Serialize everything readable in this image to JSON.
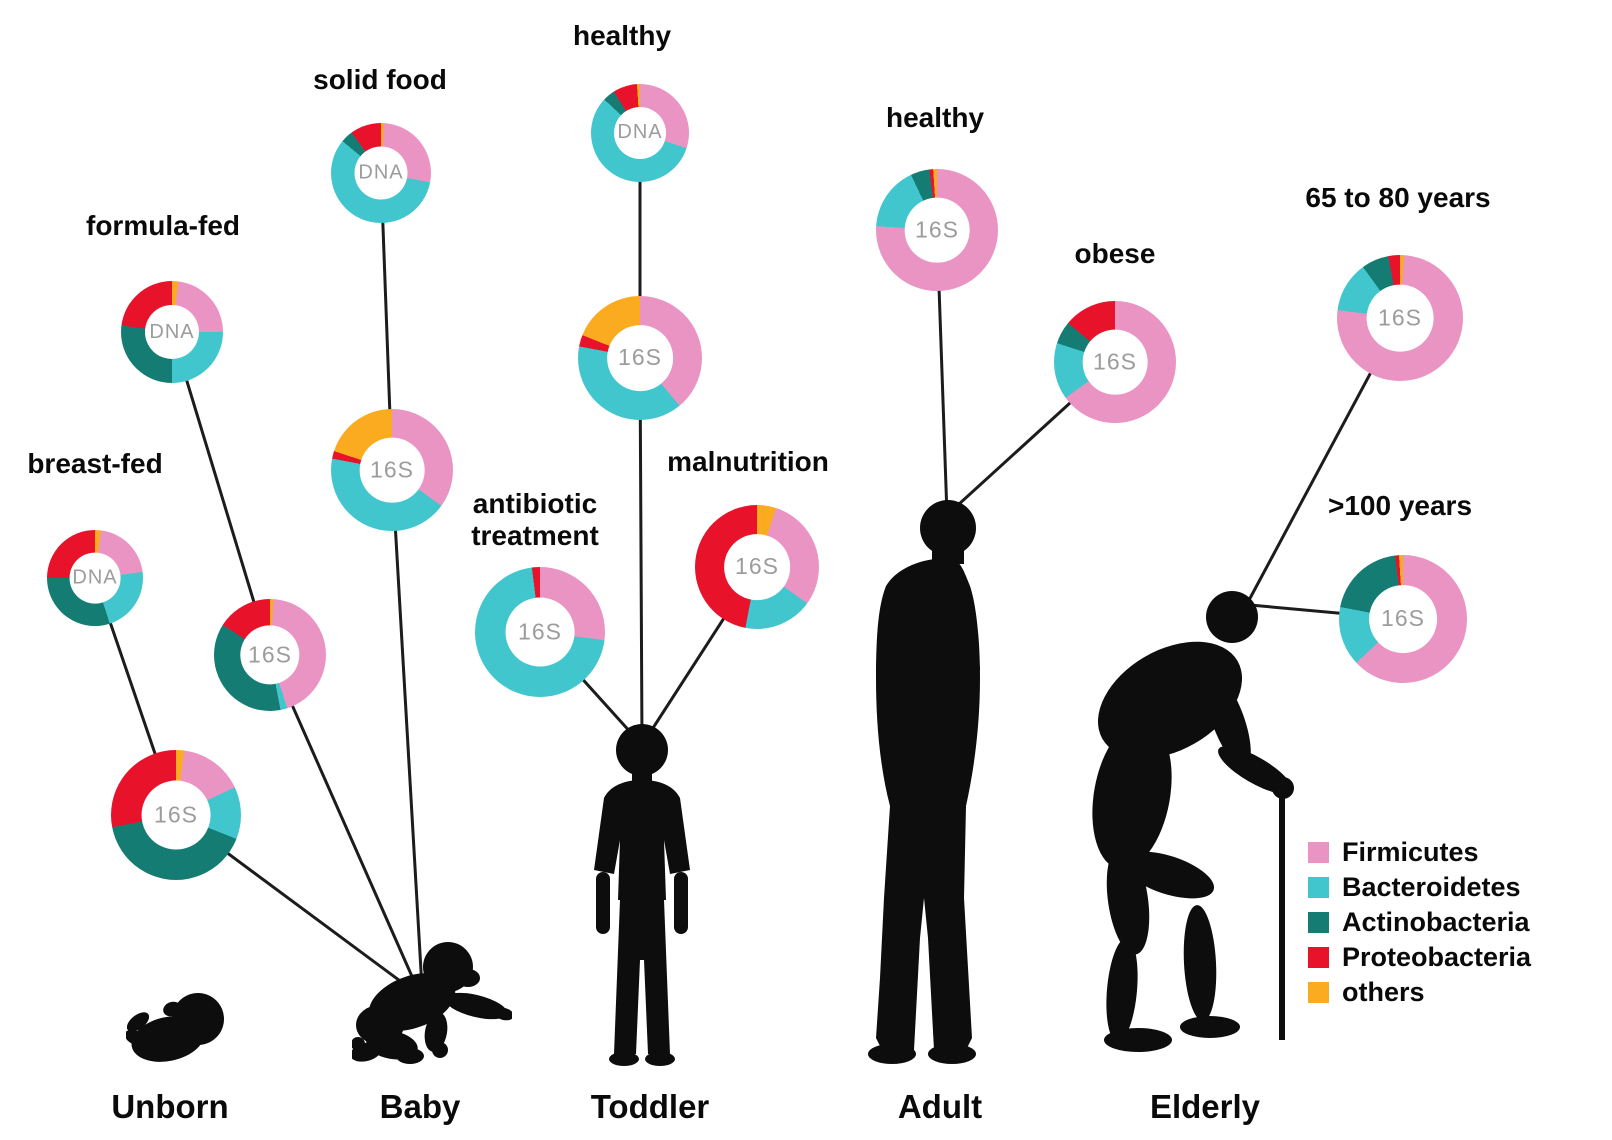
{
  "figure": {
    "stages": [
      {
        "label": "Unborn"
      },
      {
        "label": "Baby"
      },
      {
        "label": "Toddler"
      },
      {
        "label": "Adult"
      },
      {
        "label": "Elderly"
      }
    ]
  },
  "legend": {
    "items": [
      {
        "name": "Firmicutes",
        "label": "Firmicutes",
        "color": "#ea94c4"
      },
      {
        "name": "Bacteroidetes",
        "label": "Bacteroidetes",
        "color": "#41c6ce"
      },
      {
        "name": "Actinobacteria",
        "label": "Actinobacteria",
        "color": "#147c72"
      },
      {
        "name": "Proteobacteria",
        "label": "Proteobacteria",
        "color": "#e8132b"
      },
      {
        "name": "others",
        "label": "others",
        "color": "#fbab1f"
      }
    ]
  },
  "chart_data": [
    {
      "id": "breastfed_dna",
      "type": "pie",
      "stage": "Baby",
      "title": "breast-fed",
      "center_label": "DNA",
      "segments": [
        {
          "phylum": "others",
          "value": 2
        },
        {
          "phylum": "Firmicutes",
          "value": 21
        },
        {
          "phylum": "Bacteroidetes",
          "value": 22
        },
        {
          "phylum": "Actinobacteria",
          "value": 30
        },
        {
          "phylum": "Proteobacteria",
          "value": 25
        }
      ]
    },
    {
      "id": "formulafed_dna",
      "type": "pie",
      "stage": "Baby",
      "title": "formula-fed",
      "center_label": "DNA",
      "segments": [
        {
          "phylum": "others",
          "value": 2
        },
        {
          "phylum": "Firmicutes",
          "value": 23
        },
        {
          "phylum": "Bacteroidetes",
          "value": 25
        },
        {
          "phylum": "Actinobacteria",
          "value": 27
        },
        {
          "phylum": "Proteobacteria",
          "value": 23
        }
      ]
    },
    {
      "id": "solidfood_dna",
      "type": "pie",
      "stage": "Baby",
      "title": "solid food",
      "center_label": "DNA",
      "segments": [
        {
          "phylum": "others",
          "value": 1
        },
        {
          "phylum": "Firmicutes",
          "value": 27
        },
        {
          "phylum": "Bacteroidetes",
          "value": 58
        },
        {
          "phylum": "Actinobacteria",
          "value": 4
        },
        {
          "phylum": "Proteobacteria",
          "value": 10
        }
      ]
    },
    {
      "id": "breastfed_16s",
      "type": "pie",
      "stage": "Baby",
      "title": "",
      "center_label": "16S",
      "segments": [
        {
          "phylum": "others",
          "value": 2
        },
        {
          "phylum": "Firmicutes",
          "value": 16
        },
        {
          "phylum": "Bacteroidetes",
          "value": 13
        },
        {
          "phylum": "Actinobacteria",
          "value": 41
        },
        {
          "phylum": "Proteobacteria",
          "value": 28
        }
      ]
    },
    {
      "id": "formulafed_16s",
      "type": "pie",
      "stage": "Baby",
      "title": "",
      "center_label": "16S",
      "segments": [
        {
          "phylum": "others",
          "value": 1
        },
        {
          "phylum": "Firmicutes",
          "value": 44
        },
        {
          "phylum": "Bacteroidetes",
          "value": 2
        },
        {
          "phylum": "Actinobacteria",
          "value": 37
        },
        {
          "phylum": "Proteobacteria",
          "value": 16
        }
      ]
    },
    {
      "id": "solidfood_16s",
      "type": "pie",
      "stage": "Baby",
      "title": "",
      "center_label": "16S",
      "segments": [
        {
          "phylum": "Firmicutes",
          "value": 35
        },
        {
          "phylum": "Bacteroidetes",
          "value": 43
        },
        {
          "phylum": "Proteobacteria",
          "value": 2
        },
        {
          "phylum": "others",
          "value": 20
        }
      ]
    },
    {
      "id": "toddler_healthy_dna",
      "type": "pie",
      "stage": "Toddler",
      "title": "healthy",
      "center_label": "DNA",
      "segments": [
        {
          "phylum": "Firmicutes",
          "value": 30
        },
        {
          "phylum": "Bacteroidetes",
          "value": 57
        },
        {
          "phylum": "Actinobacteria",
          "value": 4
        },
        {
          "phylum": "Proteobacteria",
          "value": 8
        },
        {
          "phylum": "others",
          "value": 1
        }
      ]
    },
    {
      "id": "toddler_healthy_16s",
      "type": "pie",
      "stage": "Toddler",
      "title": "",
      "center_label": "16S",
      "segments": [
        {
          "phylum": "Firmicutes",
          "value": 39
        },
        {
          "phylum": "Bacteroidetes",
          "value": 39
        },
        {
          "phylum": "Proteobacteria",
          "value": 3
        },
        {
          "phylum": "others",
          "value": 19
        }
      ]
    },
    {
      "id": "antibiotic_16s",
      "type": "pie",
      "stage": "Toddler",
      "title": "antibiotic\ntreatment",
      "center_label": "16S",
      "segments": [
        {
          "phylum": "Firmicutes",
          "value": 27
        },
        {
          "phylum": "Bacteroidetes",
          "value": 71
        },
        {
          "phylum": "Proteobacteria",
          "value": 2
        }
      ]
    },
    {
      "id": "malnutrition_16s",
      "type": "pie",
      "stage": "Toddler",
      "title": "malnutrition",
      "center_label": "16S",
      "segments": [
        {
          "phylum": "others",
          "value": 5
        },
        {
          "phylum": "Firmicutes",
          "value": 30
        },
        {
          "phylum": "Bacteroidetes",
          "value": 18
        },
        {
          "phylum": "Proteobacteria",
          "value": 47
        }
      ]
    },
    {
      "id": "adult_healthy_16s",
      "type": "pie",
      "stage": "Adult",
      "title": "healthy",
      "center_label": "16S",
      "segments": [
        {
          "phylum": "Firmicutes",
          "value": 76
        },
        {
          "phylum": "Bacteroidetes",
          "value": 17
        },
        {
          "phylum": "Actinobacteria",
          "value": 5
        },
        {
          "phylum": "Proteobacteria",
          "value": 1
        },
        {
          "phylum": "others",
          "value": 1
        }
      ]
    },
    {
      "id": "adult_obese_16s",
      "type": "pie",
      "stage": "Adult",
      "title": "obese",
      "center_label": "16S",
      "segments": [
        {
          "phylum": "Firmicutes",
          "value": 65
        },
        {
          "phylum": "Bacteroidetes",
          "value": 15
        },
        {
          "phylum": "Actinobacteria",
          "value": 6
        },
        {
          "phylum": "Proteobacteria",
          "value": 14
        }
      ]
    },
    {
      "id": "elderly_65to80_16s",
      "type": "pie",
      "stage": "Elderly",
      "title": "65 to 80 years",
      "center_label": "16S",
      "segments": [
        {
          "phylum": "others",
          "value": 1
        },
        {
          "phylum": "Firmicutes",
          "value": 76
        },
        {
          "phylum": "Bacteroidetes",
          "value": 13
        },
        {
          "phylum": "Actinobacteria",
          "value": 7
        },
        {
          "phylum": "Proteobacteria",
          "value": 3
        }
      ]
    },
    {
      "id": "elderly_over100_16s",
      "type": "pie",
      "stage": "Elderly",
      "title": ">100 years",
      "center_label": "16S",
      "segments": [
        {
          "phylum": "Firmicutes",
          "value": 63
        },
        {
          "phylum": "Bacteroidetes",
          "value": 15
        },
        {
          "phylum": "Actinobacteria",
          "value": 20
        },
        {
          "phylum": "Proteobacteria",
          "value": 1
        },
        {
          "phylum": "others",
          "value": 1
        }
      ]
    }
  ]
}
